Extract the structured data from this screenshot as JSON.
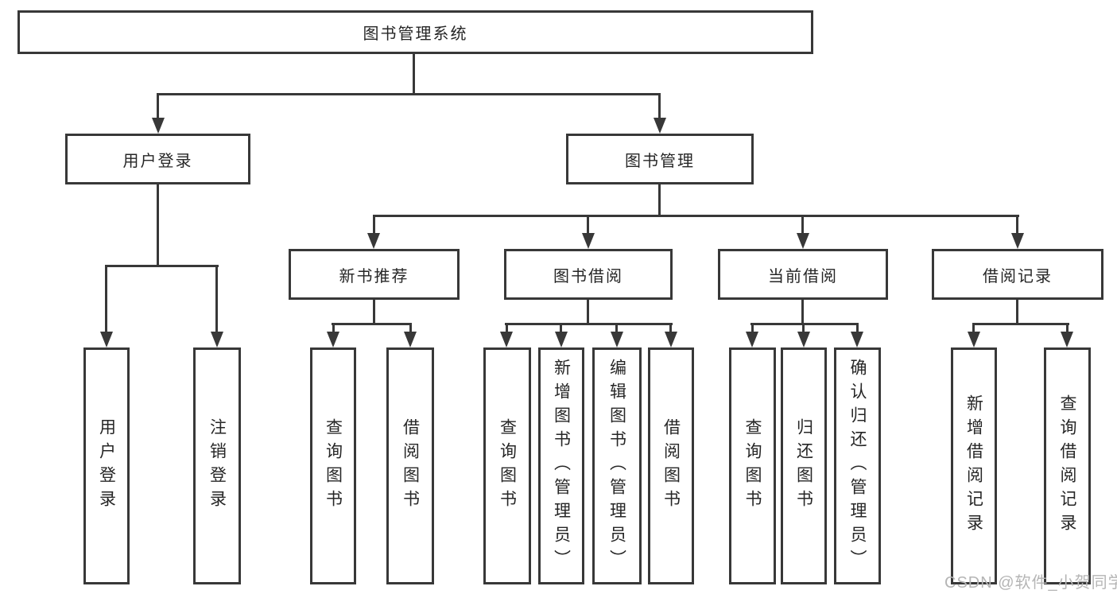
{
  "colors": {
    "line": "#383838",
    "text": "#262626",
    "background": "#ffffff",
    "watermark": "#b5b5b5"
  },
  "tree": {
    "root": "图书管理系统",
    "login": {
      "label": "用户登录",
      "children": [
        "用户登录",
        "注销登录"
      ]
    },
    "manage": {
      "label": "图书管理",
      "sections": [
        {
          "label": "新书推荐",
          "children": [
            "查询图书",
            "借阅图书"
          ]
        },
        {
          "label": "图书借阅",
          "children": [
            "查询图书",
            "新增图书（管理员）",
            "编辑图书（管理员）",
            "借阅图书"
          ]
        },
        {
          "label": "当前借阅",
          "children": [
            "查询图书",
            "归还图书",
            "确认归还（管理员）"
          ]
        },
        {
          "label": "借阅记录",
          "children": [
            "新增借阅记录",
            "查询借阅记录"
          ]
        }
      ]
    }
  },
  "watermark": {
    "text": "CSDN @软件_小贺同学"
  }
}
